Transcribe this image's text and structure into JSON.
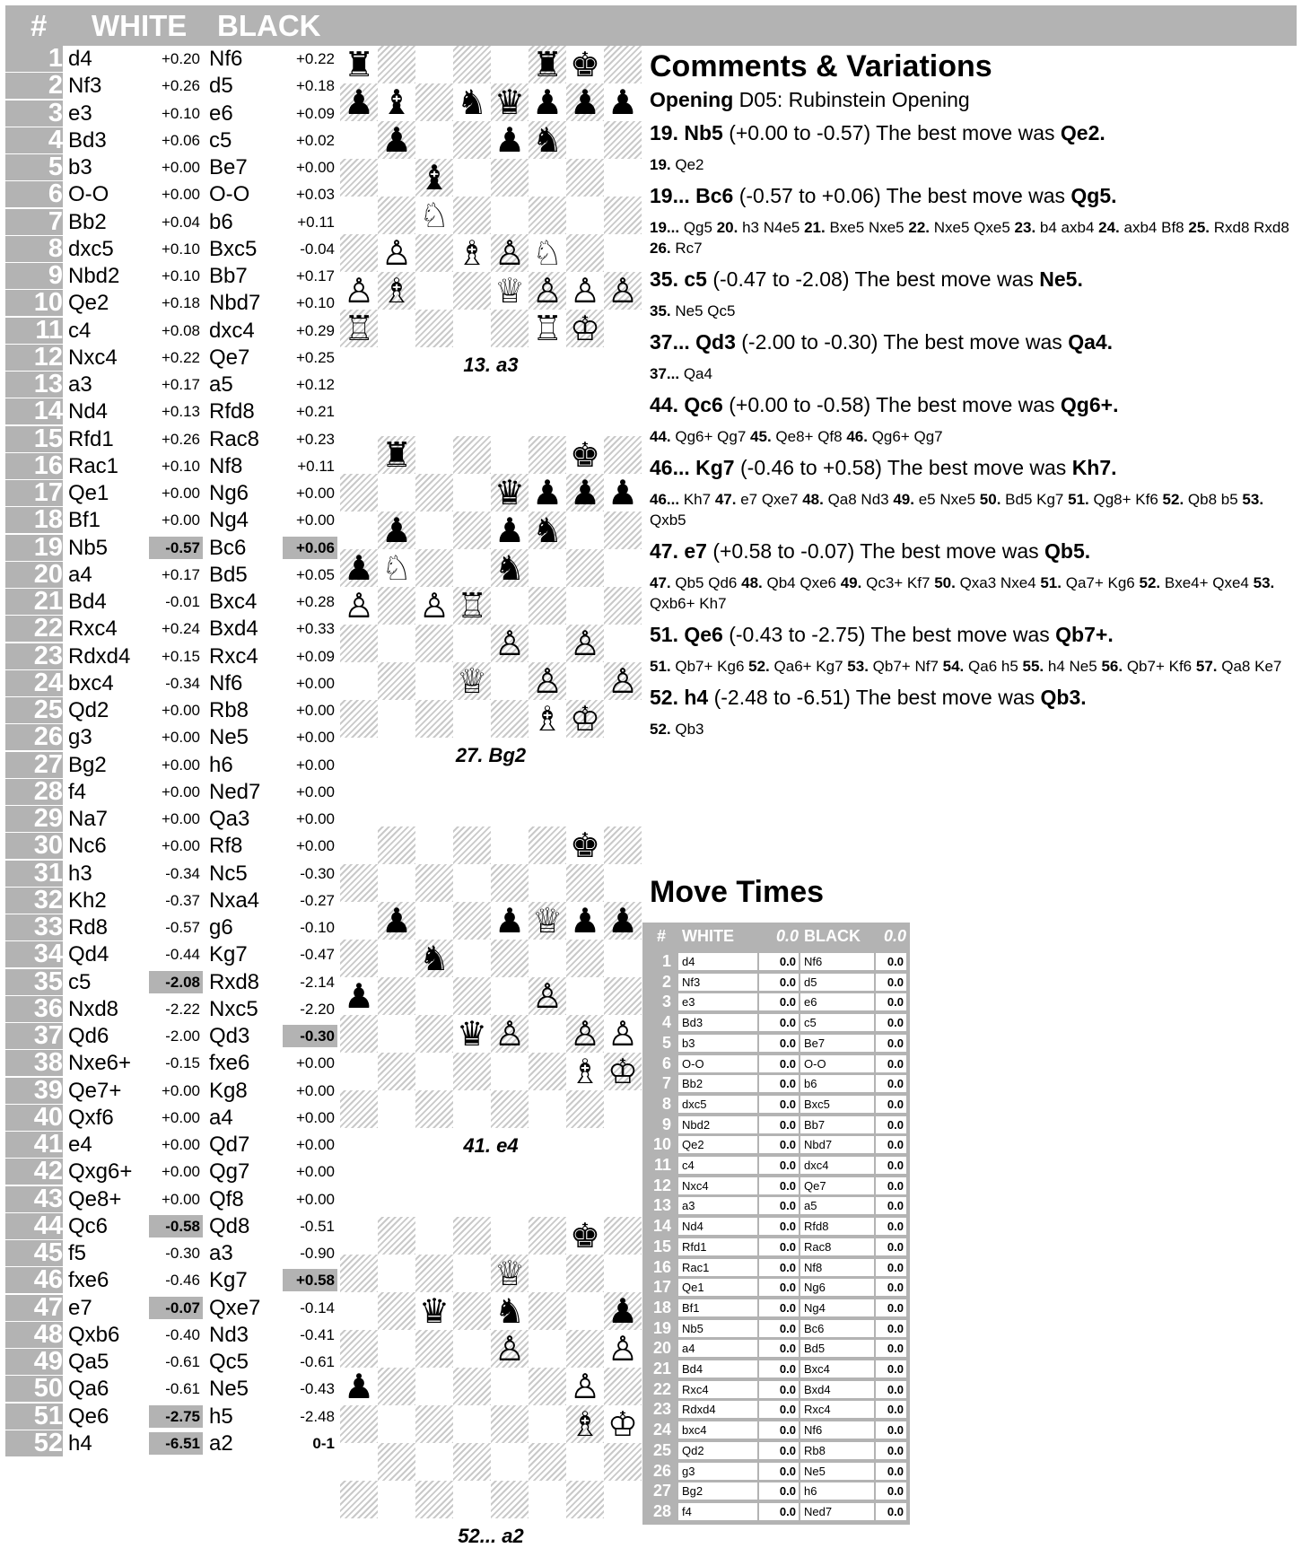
{
  "header": {
    "num": "#",
    "white": "WHITE",
    "black": "BLACK"
  },
  "moves": [
    [
      "1",
      "d4",
      "+0.20",
      "Nf6",
      "+0.22"
    ],
    [
      "2",
      "Nf3",
      "+0.26",
      "d5",
      "+0.18"
    ],
    [
      "3",
      "e3",
      "+0.10",
      "e6",
      "+0.09"
    ],
    [
      "4",
      "Bd3",
      "+0.06",
      "c5",
      "+0.02"
    ],
    [
      "5",
      "b3",
      "+0.00",
      "Be7",
      "+0.00"
    ],
    [
      "6",
      "O-O",
      "+0.00",
      "O-O",
      "+0.03"
    ],
    [
      "7",
      "Bb2",
      "+0.04",
      "b6",
      "+0.11"
    ],
    [
      "8",
      "dxc5",
      "+0.10",
      "Bxc5",
      "-0.04"
    ],
    [
      "9",
      "Nbd2",
      "+0.10",
      "Bb7",
      "+0.17"
    ],
    [
      "10",
      "Qe2",
      "+0.18",
      "Nbd7",
      "+0.10"
    ],
    [
      "11",
      "c4",
      "+0.08",
      "dxc4",
      "+0.29"
    ],
    [
      "12",
      "Nxc4",
      "+0.22",
      "Qe7",
      "+0.25"
    ],
    [
      "13",
      "a3",
      "+0.17",
      "a5",
      "+0.12"
    ],
    [
      "14",
      "Nd4",
      "+0.13",
      "Rfd8",
      "+0.21"
    ],
    [
      "15",
      "Rfd1",
      "+0.26",
      "Rac8",
      "+0.23"
    ],
    [
      "16",
      "Rac1",
      "+0.10",
      "Nf8",
      "+0.11"
    ],
    [
      "17",
      "Qe1",
      "+0.00",
      "Ng6",
      "+0.00"
    ],
    [
      "18",
      "Bf1",
      "+0.00",
      "Ng4",
      "+0.00"
    ],
    [
      "19",
      "Nb5",
      "-0.57",
      "Bc6",
      "+0.06"
    ],
    [
      "20",
      "a4",
      "+0.17",
      "Bd5",
      "+0.05"
    ],
    [
      "21",
      "Bd4",
      "-0.01",
      "Bxc4",
      "+0.28"
    ],
    [
      "22",
      "Rxc4",
      "+0.24",
      "Bxd4",
      "+0.33"
    ],
    [
      "23",
      "Rdxd4",
      "+0.15",
      "Rxc4",
      "+0.09"
    ],
    [
      "24",
      "bxc4",
      "-0.34",
      "Nf6",
      "+0.00"
    ],
    [
      "25",
      "Qd2",
      "+0.00",
      "Rb8",
      "+0.00"
    ],
    [
      "26",
      "g3",
      "+0.00",
      "Ne5",
      "+0.00"
    ],
    [
      "27",
      "Bg2",
      "+0.00",
      "h6",
      "+0.00"
    ],
    [
      "28",
      "f4",
      "+0.00",
      "Ned7",
      "+0.00"
    ],
    [
      "29",
      "Na7",
      "+0.00",
      "Qa3",
      "+0.00"
    ],
    [
      "30",
      "Nc6",
      "+0.00",
      "Rf8",
      "+0.00"
    ],
    [
      "31",
      "h3",
      "-0.34",
      "Nc5",
      "-0.30"
    ],
    [
      "32",
      "Kh2",
      "-0.37",
      "Nxa4",
      "-0.27"
    ],
    [
      "33",
      "Rd8",
      "-0.57",
      "g6",
      "-0.10"
    ],
    [
      "34",
      "Qd4",
      "-0.44",
      "Kg7",
      "-0.47"
    ],
    [
      "35",
      "c5",
      "-2.08",
      "Rxd8",
      "-2.14"
    ],
    [
      "36",
      "Nxd8",
      "-2.22",
      "Nxc5",
      "-2.20"
    ],
    [
      "37",
      "Qd6",
      "-2.00",
      "Qd3",
      "-0.30"
    ],
    [
      "38",
      "Nxe6+",
      "-0.15",
      "fxe6",
      "+0.00"
    ],
    [
      "39",
      "Qe7+",
      "+0.00",
      "Kg8",
      "+0.00"
    ],
    [
      "40",
      "Qxf6",
      "+0.00",
      "a4",
      "+0.00"
    ],
    [
      "41",
      "e4",
      "+0.00",
      "Qd7",
      "+0.00"
    ],
    [
      "42",
      "Qxg6+",
      "+0.00",
      "Qg7",
      "+0.00"
    ],
    [
      "43",
      "Qe8+",
      "+0.00",
      "Qf8",
      "+0.00"
    ],
    [
      "44",
      "Qc6",
      "-0.58",
      "Qd8",
      "-0.51"
    ],
    [
      "45",
      "f5",
      "-0.30",
      "a3",
      "-0.90"
    ],
    [
      "46",
      "fxe6",
      "-0.46",
      "Kg7",
      "+0.58"
    ],
    [
      "47",
      "e7",
      "-0.07",
      "Qxe7",
      "-0.14"
    ],
    [
      "48",
      "Qxb6",
      "-0.40",
      "Nd3",
      "-0.41"
    ],
    [
      "49",
      "Qa5",
      "-0.61",
      "Qc5",
      "-0.61"
    ],
    [
      "50",
      "Qa6",
      "-0.61",
      "Ne5",
      "-0.43"
    ],
    [
      "51",
      "Qe6",
      "-2.75",
      "h5",
      "-2.48"
    ],
    [
      "52",
      "h4",
      "-6.51",
      "a2",
      "0-1"
    ]
  ],
  "highlights": [
    [
      19,
      "w"
    ],
    [
      19,
      "b"
    ],
    [
      35,
      "w"
    ],
    [
      37,
      "b"
    ],
    [
      44,
      "w"
    ],
    [
      46,
      "b"
    ],
    [
      47,
      "w"
    ],
    [
      51,
      "w"
    ],
    [
      52,
      "w"
    ]
  ],
  "boards": [
    {
      "caption": "13. a3",
      "pieces": [
        [
          "♜",
          0,
          0
        ],
        [
          "♜",
          5,
          0
        ],
        [
          "♚",
          6,
          0
        ],
        [
          "♟",
          0,
          1
        ],
        [
          "♝",
          1,
          1
        ],
        [
          "♞",
          3,
          1
        ],
        [
          "♛",
          4,
          1
        ],
        [
          "♟",
          5,
          1
        ],
        [
          "♟",
          6,
          1
        ],
        [
          "♟",
          7,
          1
        ],
        [
          "♟",
          1,
          2
        ],
        [
          "♟",
          4,
          2
        ],
        [
          "♞",
          5,
          2
        ],
        [
          "♝",
          2,
          3
        ],
        [
          "♘",
          2,
          4
        ],
        [
          "♙",
          1,
          5
        ],
        [
          "♗",
          3,
          5
        ],
        [
          "♙",
          4,
          5
        ],
        [
          "♘",
          5,
          5
        ],
        [
          "♙",
          0,
          6
        ],
        [
          "♗",
          1,
          6
        ],
        [
          "♕",
          4,
          6
        ],
        [
          "♙",
          5,
          6
        ],
        [
          "♙",
          6,
          6
        ],
        [
          "♙",
          7,
          6
        ],
        [
          "♖",
          0,
          7
        ],
        [
          "♖",
          5,
          7
        ],
        [
          "♔",
          6,
          7
        ]
      ]
    },
    {
      "caption": "27. Bg2",
      "pieces": [
        [
          "♜",
          1,
          0
        ],
        [
          "♚",
          6,
          0
        ],
        [
          "♛",
          4,
          1
        ],
        [
          "♟",
          5,
          1
        ],
        [
          "♟",
          6,
          1
        ],
        [
          "♟",
          7,
          1
        ],
        [
          "♟",
          1,
          2
        ],
        [
          "♟",
          4,
          2
        ],
        [
          "♞",
          5,
          2
        ],
        [
          "♟",
          0,
          3
        ],
        [
          "♘",
          1,
          3
        ],
        [
          "♞",
          4,
          3
        ],
        [
          "♙",
          0,
          4
        ],
        [
          "♙",
          2,
          4
        ],
        [
          "♖",
          3,
          4
        ],
        [
          "♙",
          4,
          5
        ],
        [
          "♙",
          6,
          5
        ],
        [
          "♕",
          3,
          6
        ],
        [
          "♙",
          5,
          6
        ],
        [
          "♙",
          7,
          6
        ],
        [
          "♗",
          5,
          7
        ],
        [
          "♔",
          6,
          7
        ]
      ]
    },
    {
      "caption": "41. e4",
      "pieces": [
        [
          "♚",
          6,
          0
        ],
        [
          "♟",
          1,
          2
        ],
        [
          "♟",
          4,
          2
        ],
        [
          "♕",
          5,
          2
        ],
        [
          "♟",
          6,
          2
        ],
        [
          "♟",
          7,
          2
        ],
        [
          "♞",
          2,
          3
        ],
        [
          "♟",
          0,
          4
        ],
        [
          "♙",
          5,
          4
        ],
        [
          "♛",
          3,
          5
        ],
        [
          "♙",
          4,
          5
        ],
        [
          "♙",
          6,
          5
        ],
        [
          "♙",
          7,
          5
        ],
        [
          "♗",
          6,
          6
        ],
        [
          "♔",
          7,
          6
        ]
      ]
    },
    {
      "caption": "52... a2",
      "pieces": [
        [
          "♚",
          6,
          0
        ],
        [
          "♕",
          4,
          1
        ],
        [
          "♛",
          2,
          2
        ],
        [
          "♞",
          4,
          2
        ],
        [
          "♟",
          7,
          2
        ],
        [
          "♙",
          4,
          3
        ],
        [
          "♙",
          7,
          3
        ],
        [
          "♟",
          0,
          4
        ],
        [
          "♙",
          6,
          4
        ],
        [
          "♗",
          6,
          5
        ],
        [
          "♔",
          7,
          5
        ]
      ]
    }
  ],
  "comments": {
    "title": "Comments & Variations",
    "opening_label": "Opening",
    "opening": "D05: Rubinstein Opening",
    "items": [
      {
        "move": "19. Nb5",
        "text": "(+0.00 to -0.57) The best move was",
        "best": "Qe2.",
        "var": [
          [
            "19.",
            "Qe2"
          ]
        ]
      },
      {
        "move": "19... Bc6",
        "text": "(-0.57 to +0.06) The best move was",
        "best": "Qg5.",
        "var": [
          [
            "19...",
            "Qg5"
          ],
          [
            "20.",
            "h3 N4e5"
          ],
          [
            "21.",
            "Bxe5 Nxe5"
          ],
          [
            "22.",
            "Nxe5 Qxe5"
          ],
          [
            "23.",
            "b4 axb4"
          ],
          [
            "24.",
            "axb4 Bf8"
          ],
          [
            "25.",
            "Rxd8 Rxd8"
          ],
          [
            "26.",
            "Rc7"
          ]
        ]
      },
      {
        "move": "35. c5",
        "text": "(-0.47 to -2.08) The best move was",
        "best": "Ne5.",
        "var": [
          [
            "35.",
            "Ne5 Qc5"
          ]
        ]
      },
      {
        "move": "37... Qd3",
        "text": "(-2.00 to -0.30) The best move was",
        "best": "Qa4.",
        "var": [
          [
            "37...",
            "Qa4"
          ]
        ]
      },
      {
        "move": "44. Qc6",
        "text": "(+0.00 to -0.58) The best move was",
        "best": "Qg6+.",
        "var": [
          [
            "44.",
            "Qg6+ Qg7"
          ],
          [
            "45.",
            "Qe8+ Qf8"
          ],
          [
            "46.",
            "Qg6+ Qg7"
          ]
        ]
      },
      {
        "move": "46... Kg7",
        "text": "(-0.46 to +0.58) The best move was",
        "best": "Kh7.",
        "var": [
          [
            "46...",
            "Kh7"
          ],
          [
            "47.",
            "e7 Qxe7"
          ],
          [
            "48.",
            "Qa8 Nd3"
          ],
          [
            "49.",
            "e5 Nxe5"
          ],
          [
            "50.",
            "Bd5 Kg7"
          ],
          [
            "51.",
            "Qg8+ Kf6"
          ],
          [
            "52.",
            "Qb8 b5"
          ],
          [
            "53.",
            "Qxb5"
          ]
        ]
      },
      {
        "move": "47. e7",
        "text": "(+0.58 to -0.07) The best move was",
        "best": "Qb5.",
        "var": [
          [
            "47.",
            "Qb5 Qd6"
          ],
          [
            "48.",
            "Qb4 Qxe6"
          ],
          [
            "49.",
            "Qc3+ Kf7"
          ],
          [
            "50.",
            "Qxa3 Nxe4"
          ],
          [
            "51.",
            "Qa7+ Kg6"
          ],
          [
            "52.",
            "Bxe4+ Qxe4"
          ],
          [
            "53.",
            "Qxb6+ Kh7"
          ]
        ]
      },
      {
        "move": "51. Qe6",
        "text": "(-0.43 to -2.75) The best move was",
        "best": "Qb7+.",
        "var": [
          [
            "51.",
            "Qb7+ Kg6"
          ],
          [
            "52.",
            "Qa6+ Kg7"
          ],
          [
            "53.",
            "Qb7+ Nf7"
          ],
          [
            "54.",
            "Qa6 h5"
          ],
          [
            "55.",
            "h4 Ne5"
          ],
          [
            "56.",
            "Qb7+ Kf6"
          ],
          [
            "57.",
            "Qa8 Ke7"
          ]
        ]
      },
      {
        "move": "52. h4",
        "text": "(-2.48 to -6.51) The best move was",
        "best": "Qb3.",
        "var": [
          [
            "52.",
            "Qb3"
          ]
        ]
      }
    ]
  },
  "times": {
    "title": "Move Times",
    "header": {
      "num": "#",
      "white": "WHITE",
      "wt": "0.0",
      "black": "BLACK",
      "bt": "0.0"
    },
    "time_value": "0.0",
    "count": 28
  }
}
